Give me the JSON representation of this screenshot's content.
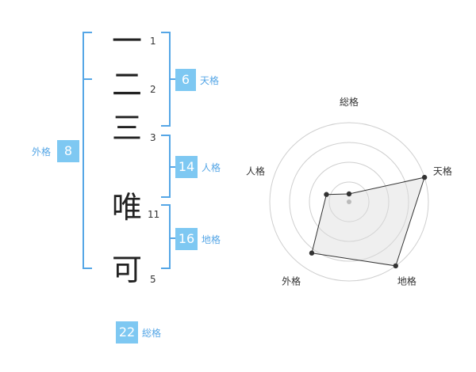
{
  "name_chars": [
    {
      "char": "一",
      "strokes": "1"
    },
    {
      "char": "二",
      "strokes": "2"
    },
    {
      "char": "三",
      "strokes": "3"
    },
    {
      "char": "唯",
      "strokes": "11"
    },
    {
      "char": "可",
      "strokes": "5"
    }
  ],
  "scores": {
    "tenkaku": {
      "value": "6",
      "label": "天格"
    },
    "jinkaku": {
      "value": "14",
      "label": "人格"
    },
    "chikaku": {
      "value": "16",
      "label": "地格"
    },
    "gaikaku": {
      "value": "8",
      "label": "外格"
    },
    "soukaku": {
      "value": "22",
      "label": "総格"
    }
  },
  "colors": {
    "bracket": "#55a6e6",
    "badge": "#7ec8f2",
    "badge_label": "#55a6e6"
  },
  "chart_data": {
    "type": "radar",
    "axes": [
      "総格",
      "天格",
      "地格",
      "外格",
      "人格"
    ],
    "max_levels": 4,
    "values": [
      0.1,
      1.0,
      1.0,
      0.8,
      0.3
    ]
  }
}
